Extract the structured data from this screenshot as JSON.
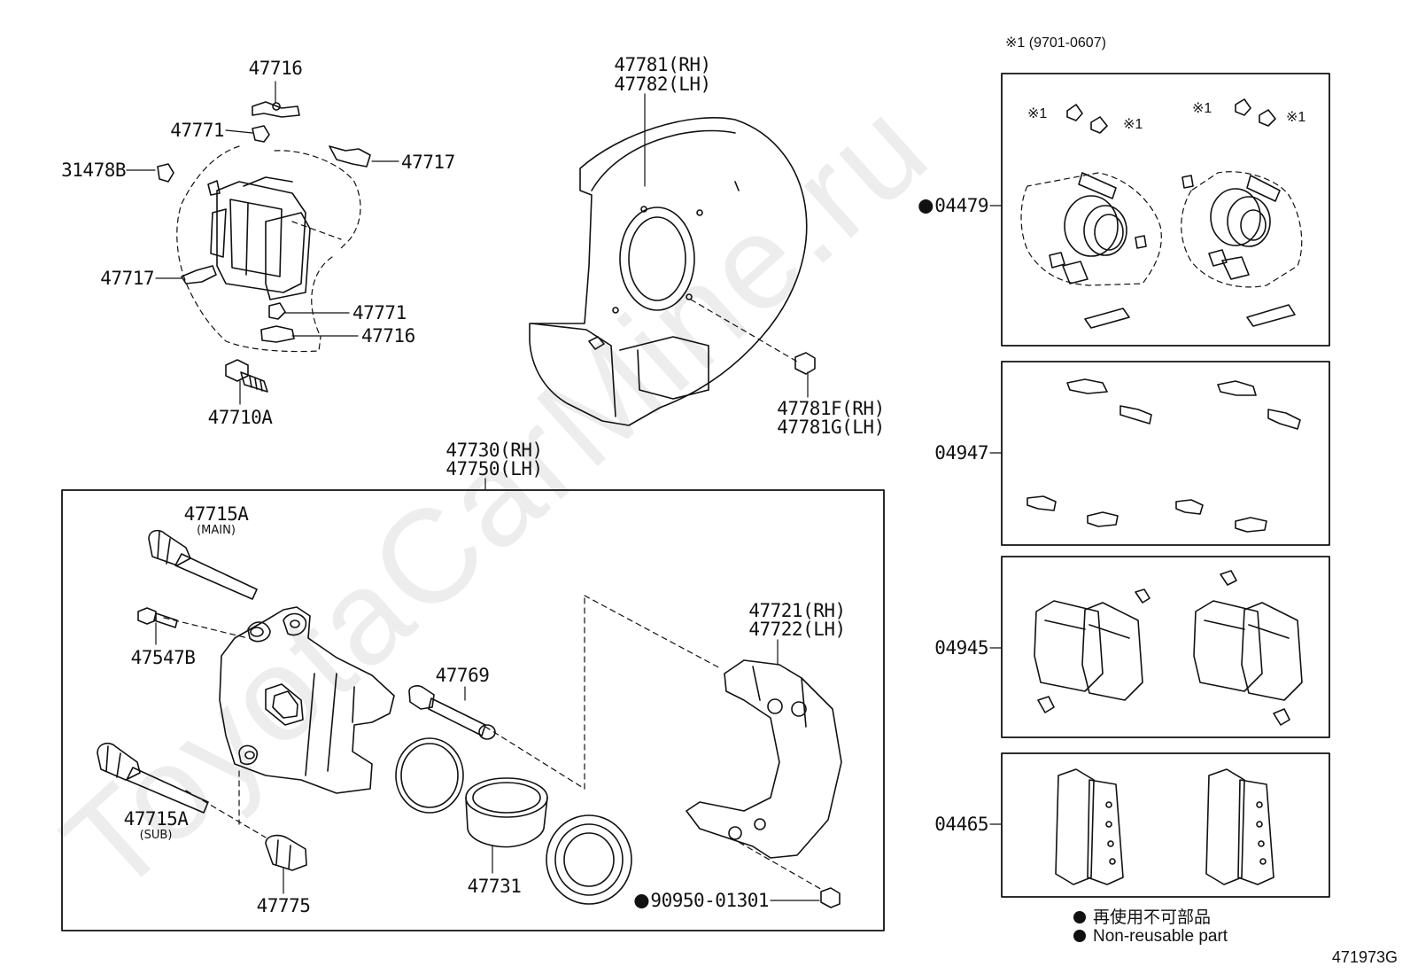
{
  "watermark": "ToyotaCarMine.ru",
  "note_range": "※1 (9701-0607)",
  "kit_marker": "※1",
  "diagram_id": "471973G",
  "legend": {
    "jp": "再使用不可部品",
    "en": "Non-reusable part"
  },
  "labels": {
    "p47716_top": "47716",
    "p47771_top": "47771",
    "p31478B": "31478B",
    "p47717_right": "47717",
    "p47717_left": "47717",
    "p47771_bottom": "47771",
    "p47716_bottom": "47716",
    "p47710A": "47710A",
    "p47781_rh": "47781(RH)",
    "p47782_lh": "47782(LH)",
    "p47781F_rh": "47781F(RH)",
    "p47781G_lh": "47781G(LH)",
    "p47730_rh": "47730(RH)",
    "p47750_lh": "47750(LH)",
    "p47715A_main": "47715A",
    "main_note": "(MAIN)",
    "p47547B": "47547B",
    "p47769": "47769",
    "p47721_rh": "47721(RH)",
    "p47722_lh": "47722(LH)",
    "p47715A_sub": "47715A",
    "sub_note": "(SUB)",
    "p47775": "47775",
    "p47731": "47731",
    "p90950": "90950-01301",
    "k04479": "04479",
    "k04947": "04947",
    "k04945": "04945",
    "k04465": "04465"
  },
  "colors": {
    "ink": "#111111",
    "watermark": "#dddddd"
  }
}
